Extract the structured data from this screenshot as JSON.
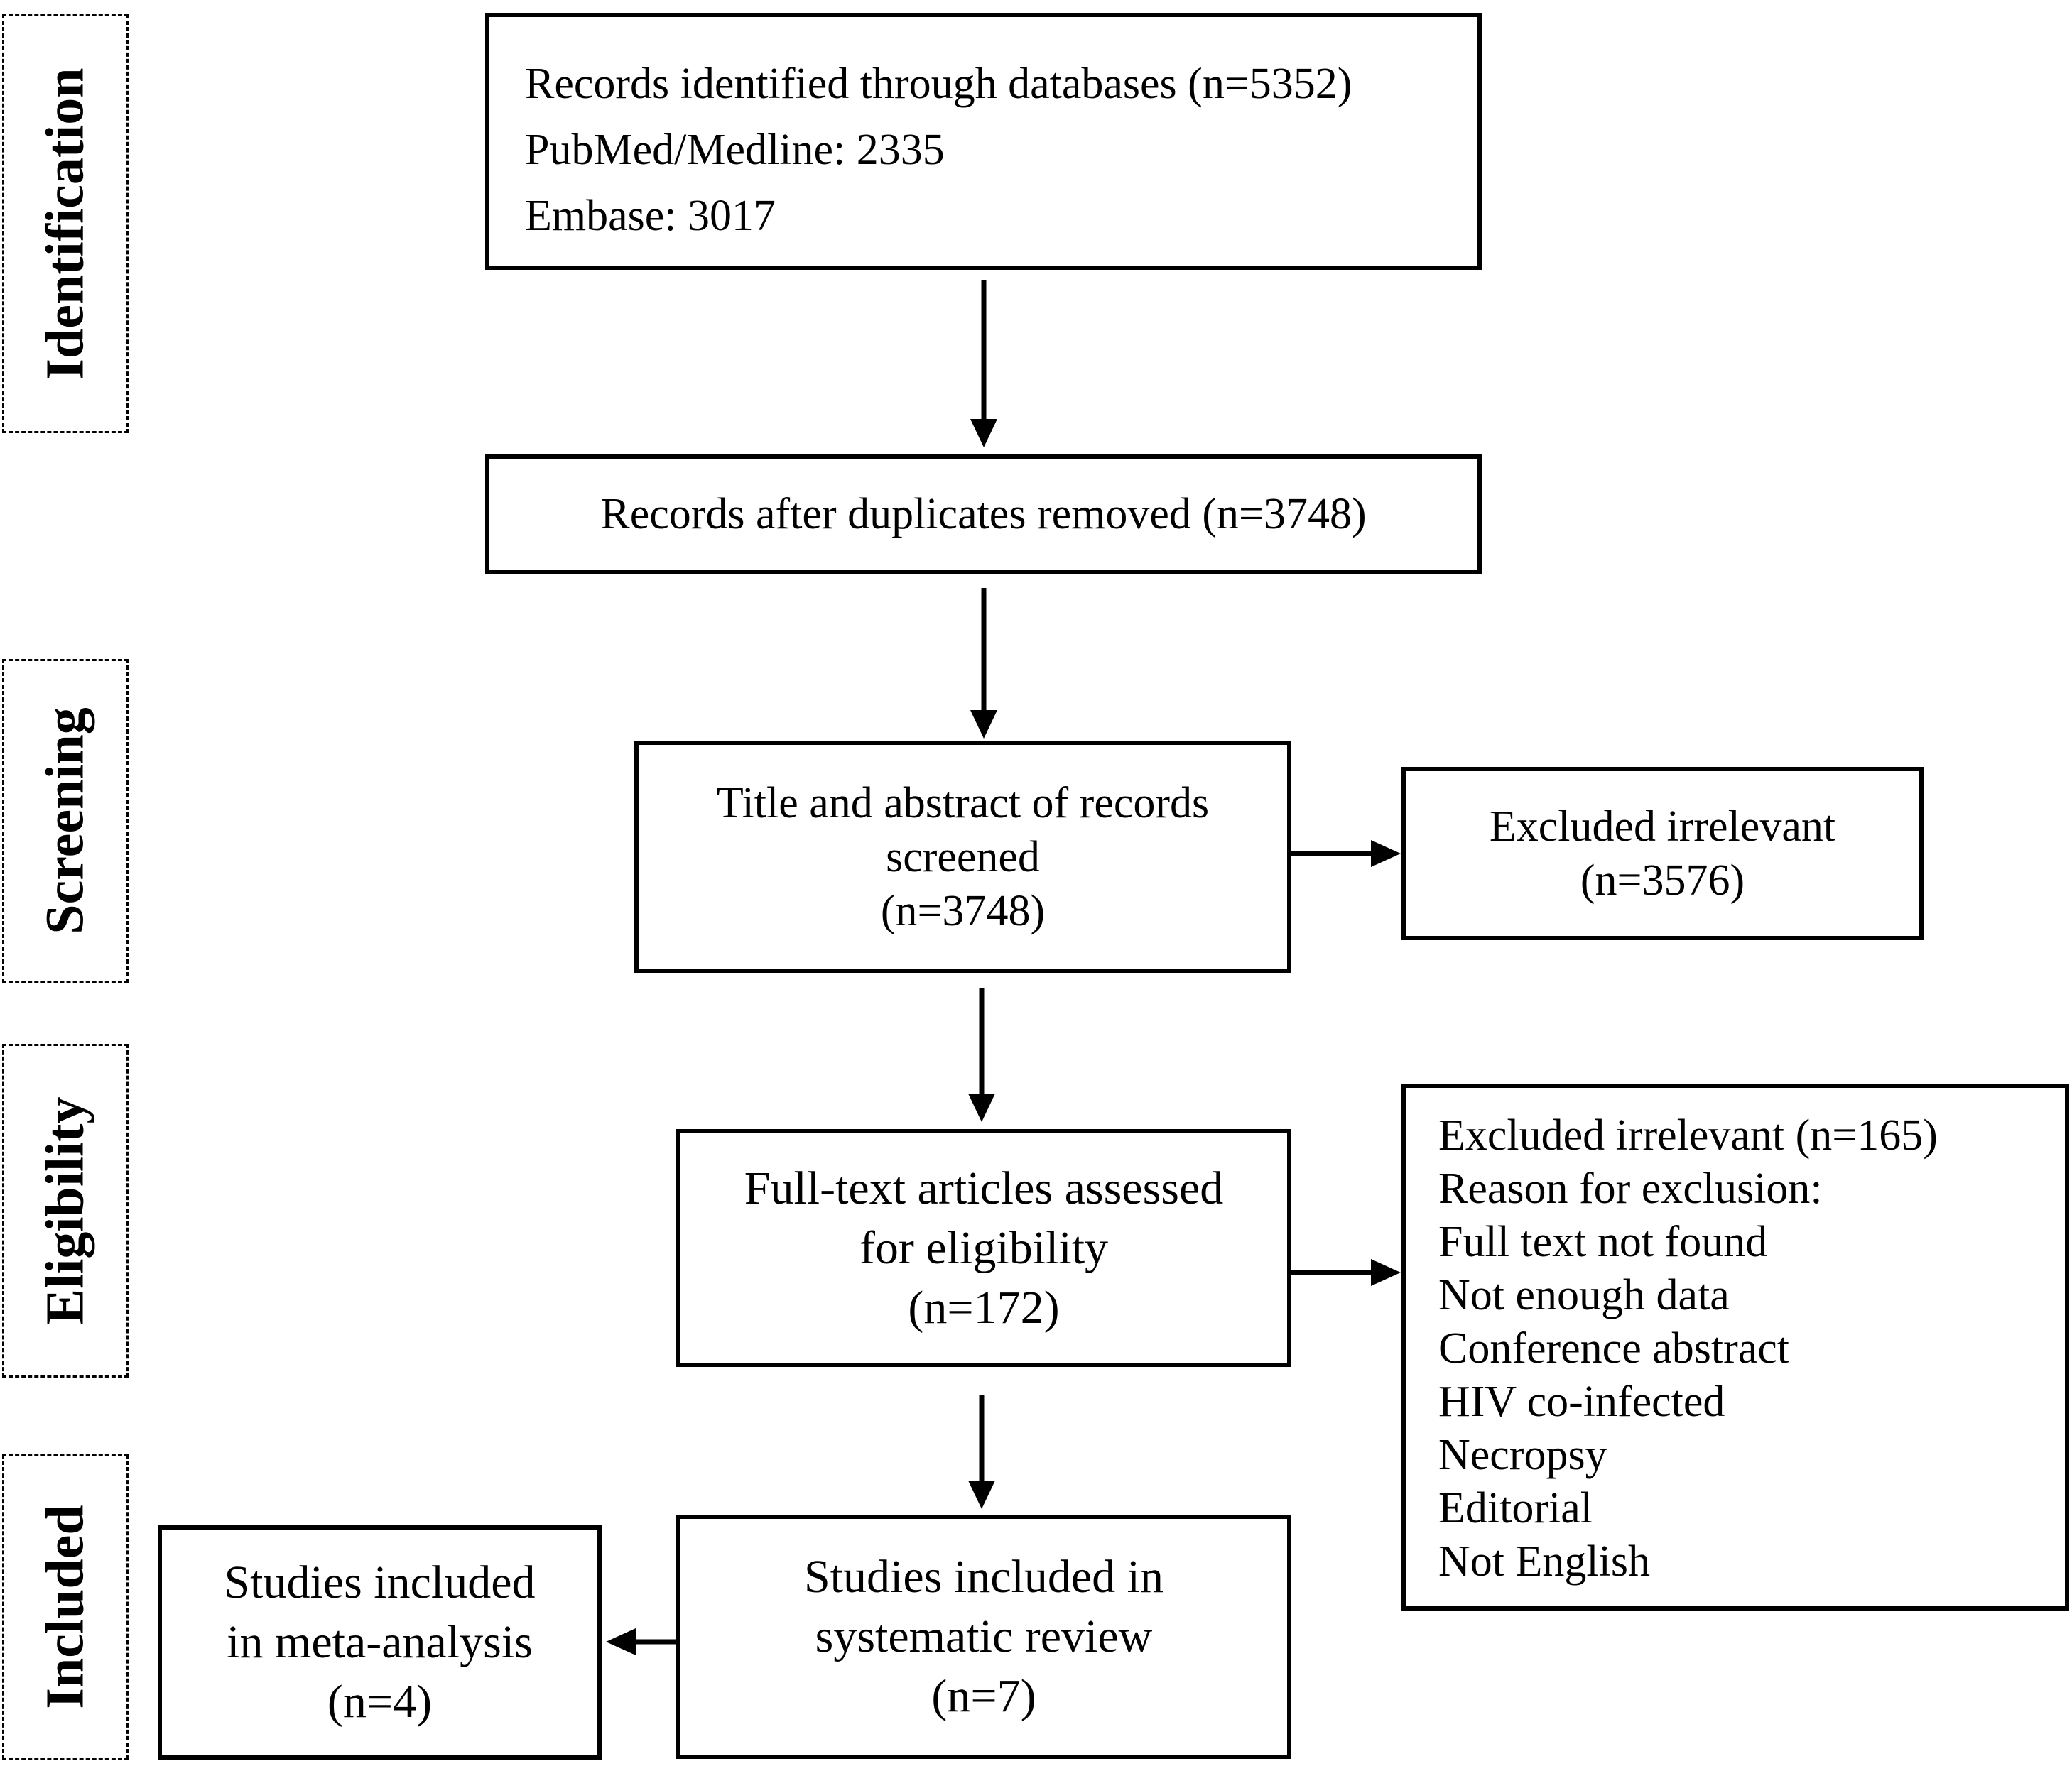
{
  "phases": {
    "identification": "Identification",
    "screening": "Screening",
    "eligibility": "Eligibility",
    "included": "Included"
  },
  "boxes": {
    "records_identified": {
      "line1": "Records identified through databases (n=5352)",
      "line2": "PubMed/Medline: 2335",
      "line3": "Embase: 3017"
    },
    "duplicates_removed": {
      "line1": "Records after duplicates removed (n=3748)"
    },
    "title_abstract": {
      "line1": "Title and abstract of records",
      "line2": "screened",
      "line3": "(n=3748)"
    },
    "excluded_screening": {
      "line1": "Excluded irrelevant",
      "line2": "(n=3576)"
    },
    "full_text": {
      "line1": "Full-text articles assessed",
      "line2": "for eligibility",
      "line3": "(n=172)"
    },
    "excluded_eligibility": {
      "line1": "Excluded irrelevant (n=165)",
      "line2": "Reason for exclusion:",
      "reasons": [
        "Full text not found",
        "Not enough data",
        "Conference abstract",
        "HIV co-infected",
        "Necropsy",
        "Editorial",
        "Not English"
      ]
    },
    "systematic_review": {
      "line1": "Studies included in",
      "line2": "systematic review",
      "line3": "(n=7)"
    },
    "meta_analysis": {
      "line1": "Studies included",
      "line2": "in meta-analysis",
      "line3": "(n=4)"
    }
  }
}
